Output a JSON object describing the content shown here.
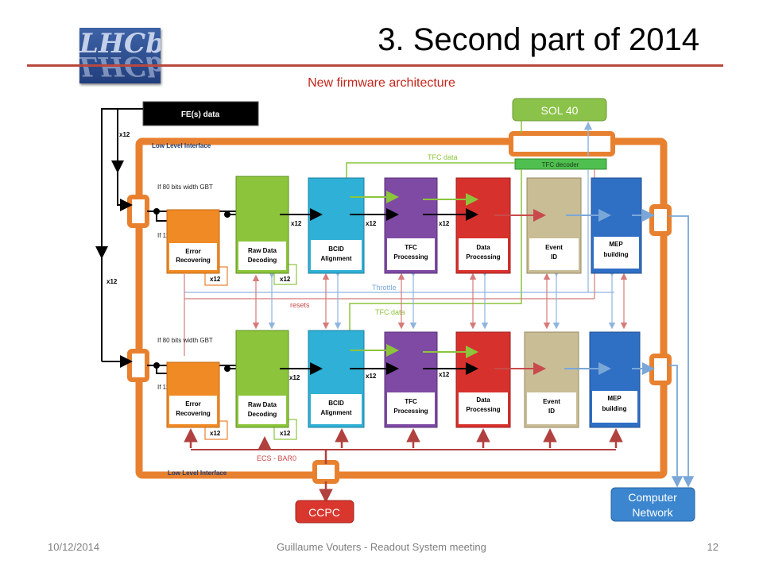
{
  "slide": {
    "title": "3. Second part of 2014",
    "subtitle": "New firmware architecture",
    "logo_text": "LHCb",
    "footer_date": "10/12/2014",
    "footer_center": "Guillaume Vouters - Readout System meeting",
    "footer_page": "12"
  },
  "diagram": {
    "fe_data": "FE(s) data",
    "sol40": "SOL 40",
    "tfc_decoder": "TFC decoder",
    "ccpc": "CCPC",
    "computer_network": [
      "Computer",
      "Network"
    ],
    "lli_top": "Low Level Interface",
    "lli_bottom": "Low Level Interface",
    "tfc_data": "TFC data",
    "throttle": "Throttle",
    "resets": "resets",
    "ecs": "ECS - BAR0",
    "x12": "x12",
    "if80": "If 80 bits width GBT",
    "if112": "If 112bits width GBT",
    "blocks": {
      "error": [
        "Error",
        "Recovering"
      ],
      "raw": [
        "Raw Data",
        "Decoding"
      ],
      "bcid": [
        "BCID",
        "Alignment"
      ],
      "tfc": [
        "TFC",
        "Processing"
      ],
      "dp": [
        "Data",
        "Processing"
      ],
      "event": [
        "Event",
        "ID"
      ],
      "mep": [
        "MEP",
        "building"
      ]
    }
  },
  "colors": {
    "frame": "#e8812f",
    "error_block": "#f08a24",
    "raw_block": "#8cc43c",
    "bcid_block": "#2fb0d6",
    "tfc_block": "#7e4aa3",
    "dp_block": "#d7312e",
    "event_block": "#c9bd96",
    "mep_block": "#2f6fc4",
    "sol40": "#8bc34a",
    "ccpc": "#d9372e",
    "network": "#3b86cf",
    "accent_red": "#c3261b"
  }
}
